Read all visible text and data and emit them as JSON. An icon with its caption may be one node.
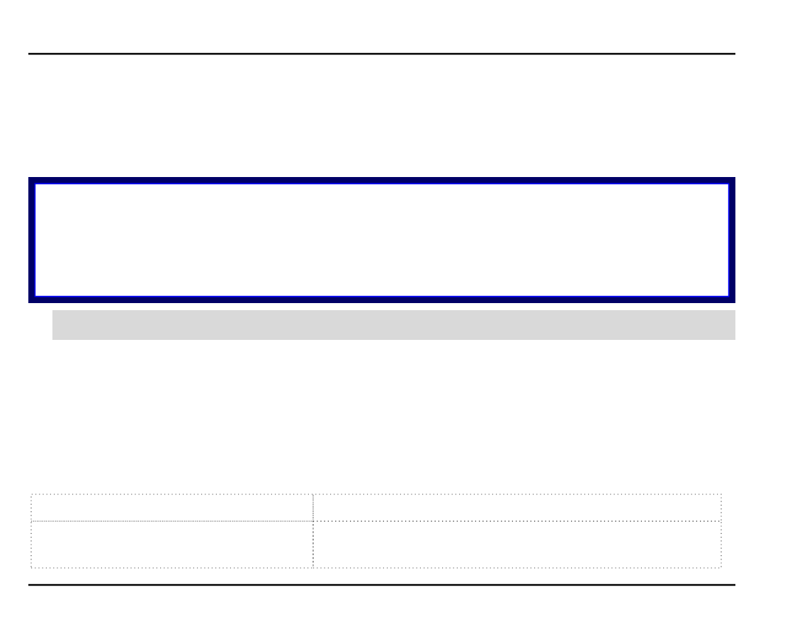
{
  "diagram": {
    "nodes": [
      {
        "text": [],
        "shape": "box"
      },
      {
        "text": [],
        "shape": "bar"
      },
      {
        "text": [],
        "shape": "box"
      },
      {
        "text": [],
        "shape": "box"
      },
      {
        "text": [],
        "shape": "box"
      },
      {
        "text": [],
        "shape": "box"
      }
    ]
  }
}
